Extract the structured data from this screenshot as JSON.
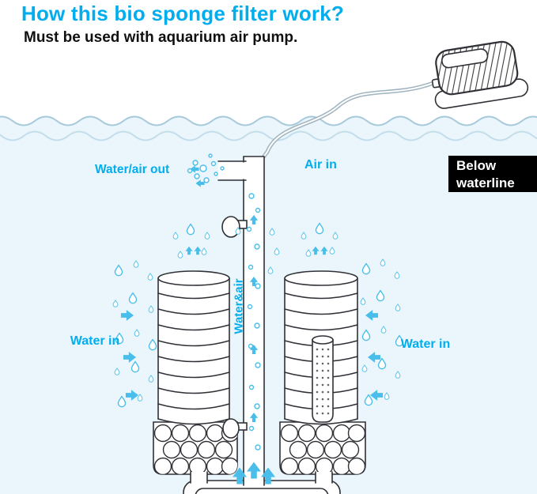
{
  "title": "How this bio sponge filter work?",
  "subtitle": "Must be used with aquarium air pump.",
  "labels": {
    "water_air_out": "Water/air out",
    "air_in": "Air in",
    "water_in_left": "Water in",
    "water_in_right": "Water in",
    "water_and_air": "Water&air",
    "below_waterline": "Below waterline"
  },
  "colors": {
    "accent": "#00AEEF",
    "cyan": "#49BEEA",
    "outline": "#2F3136",
    "water": "#EAF6FC",
    "wave1": "#A6C9DB",
    "wave2": "#C3DDEA",
    "badge_bg": "#000000",
    "badge_text": "#FFFFFF",
    "tube": "#9FB3BF",
    "stripe": "#3A3A3A",
    "dots": "#666666"
  }
}
